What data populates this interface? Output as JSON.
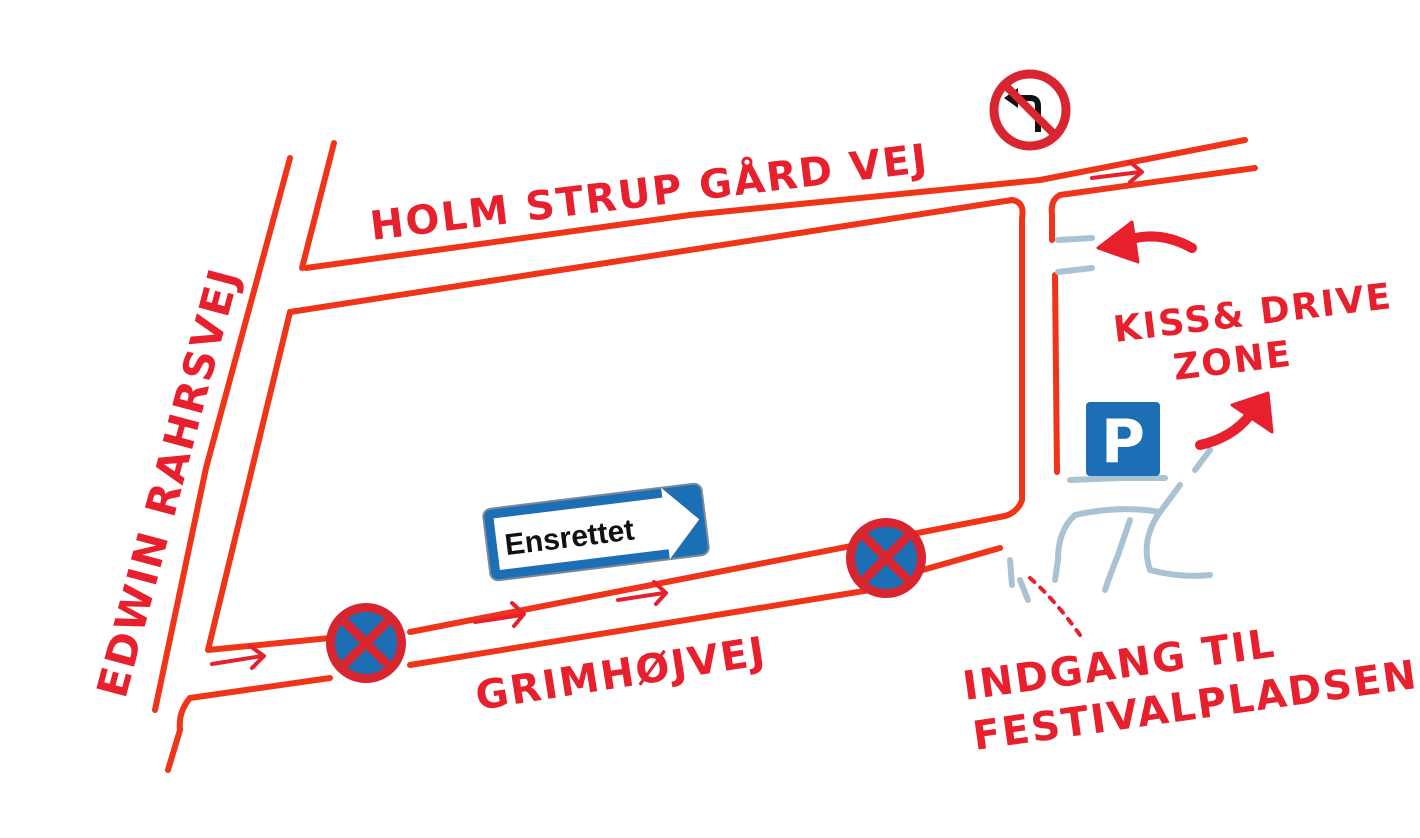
{
  "streets": {
    "holmstrupgaardvej": "HOLM STRUP GÅRD VEJ",
    "edwin_rahrsvej": "EDWIN RAHRSVEJ",
    "grimhoejvej": "GRIMHØJVEJ"
  },
  "labels": {
    "kiss_drive": "KISS& DRIVE",
    "zone": "ZONE",
    "entrance_line1": "INDGANG TIL",
    "entrance_line2": "FESTIVALPLADSEN"
  },
  "signs": {
    "one_way_text": "Ensrettet",
    "parking_letter": "P"
  },
  "icons": {
    "no_left_turn": "no-left-turn-sign-icon",
    "no_stopping": "no-stopping-sign-icon",
    "one_way": "one-way-sign-icon",
    "parking": "parking-sign-icon"
  },
  "colors": {
    "road": "#f0341a",
    "handwriting": "#e8202e",
    "sign_red": "#d92530",
    "sign_blue": "#1d6fb5",
    "path": "#a9c3d3"
  }
}
